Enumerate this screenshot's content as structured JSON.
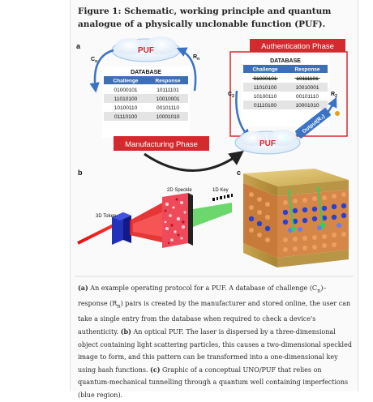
{
  "figure": {
    "title": "Figure 1: Schematic, working principle and quantum analogue of a physically unclonable function (PUF).",
    "panel_labels": {
      "a": "a",
      "b": "b",
      "c": "c"
    },
    "manufacturing": {
      "phase_label": "Manufacturing Phase",
      "puf_label": "PUF",
      "challenge_label": "C",
      "challenge_sub": "n",
      "response_label": "R",
      "response_sub": "n",
      "database_title": "DATABASE",
      "headers": [
        "Challenge",
        "Response"
      ],
      "rows": [
        [
          "01000101",
          "10111101"
        ],
        [
          "11010100",
          "10010001"
        ],
        [
          "10100110",
          "00101110"
        ],
        [
          "01110100",
          "10001010"
        ]
      ]
    },
    "authentication": {
      "phase_label": "Authentication Phase",
      "puf_label": "PUF",
      "challenge_label": "C",
      "challenge_sub": "2",
      "response_label": "R",
      "response_sub": "2",
      "database_title": "DATABASE",
      "headers": [
        "Challenge",
        "Response"
      ],
      "rows": [
        [
          "01000101",
          "10111101"
        ],
        [
          "11010100",
          "10010001"
        ],
        [
          "10100110",
          "00101110"
        ],
        [
          "01110100",
          "10001010"
        ]
      ],
      "output_label": "Output(R₂)"
    },
    "optical": {
      "token_label": "3D Token",
      "speckle_label": "2D Speckle",
      "key_label": "1D Key"
    },
    "caption": {
      "a_marker": "(a)",
      "a_text": " An example operating protocol for a PUF. A database of challenge (C",
      "a_sub1": "n",
      "a_mid": ")–response (R",
      "a_sub2": "n",
      "a_text2": ") pairs is created by the manufacturer and stored online, the user can take a single entry from the database when required to check a device's authenticity. ",
      "b_marker": "(b)",
      "b_text": " An optical PUF. The laser is dispersed by a three-dimensional object containing light scattering particles, this causes a two-dimensional speckled image to form, and this pattern can be transformed into a one-dimensional key using hash functions. ",
      "c_marker": "(c)",
      "c_text": " Graphic of a conceptual UNO/PUF that relies on quantum-mechanical tunnelling through a quantum well containing imperfections (blue region)."
    }
  }
}
